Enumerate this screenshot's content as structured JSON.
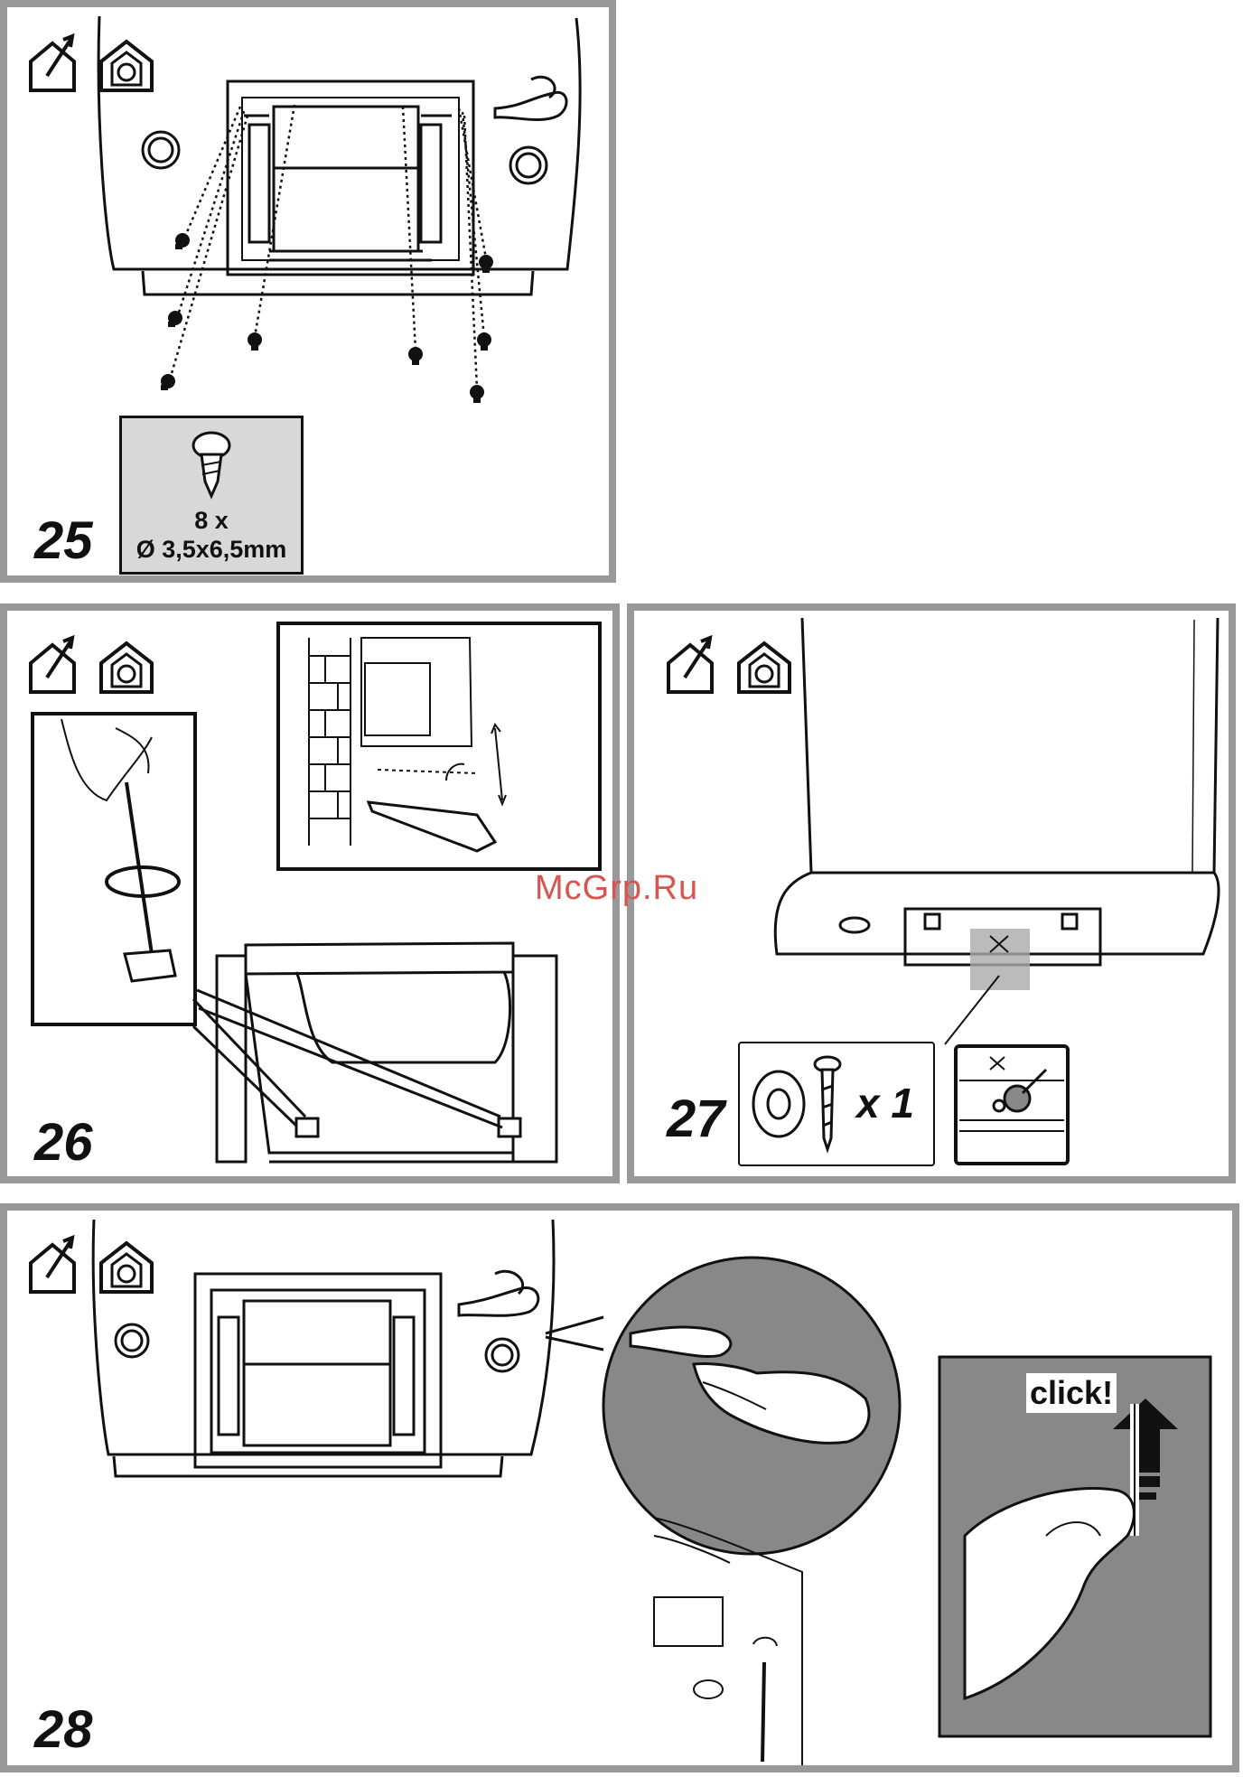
{
  "steps": [
    {
      "number": "25"
    },
    {
      "number": "26"
    },
    {
      "number": "27"
    },
    {
      "number": "28"
    }
  ],
  "step25": {
    "screw_qty": "8 x",
    "screw_size": "Ø 3,5x6,5mm"
  },
  "step27": {
    "qty": "x 1"
  },
  "step28": {
    "click_label": "click!"
  },
  "watermark": "McGrp.Ru",
  "icons": [
    "ducted-house-icon",
    "recirculation-house-icon"
  ],
  "colors": {
    "frame": "#999999",
    "detail_fill": "#d8d8d8",
    "zoom_fill": "#888888",
    "watermark": "#d9534f"
  }
}
